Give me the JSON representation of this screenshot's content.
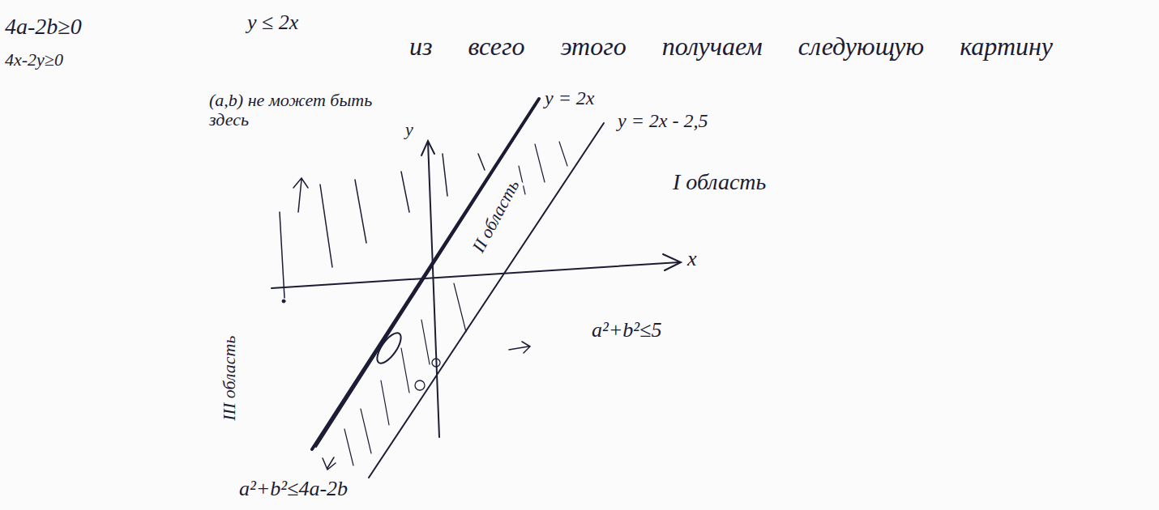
{
  "diagram": {
    "labels": [
      "4a-2b≥0",
      "4x-2y≥0",
      "y ≤ 2x",
      "из всего этого получаем следующую картину",
      "(a,b) не может быть здесь",
      "y",
      "y = 2x",
      "y = 2x - 2,5",
      "I область",
      "II область",
      "III область",
      "x",
      "a²+b²≤5",
      "a²+b²≤4a-2b"
    ]
  }
}
